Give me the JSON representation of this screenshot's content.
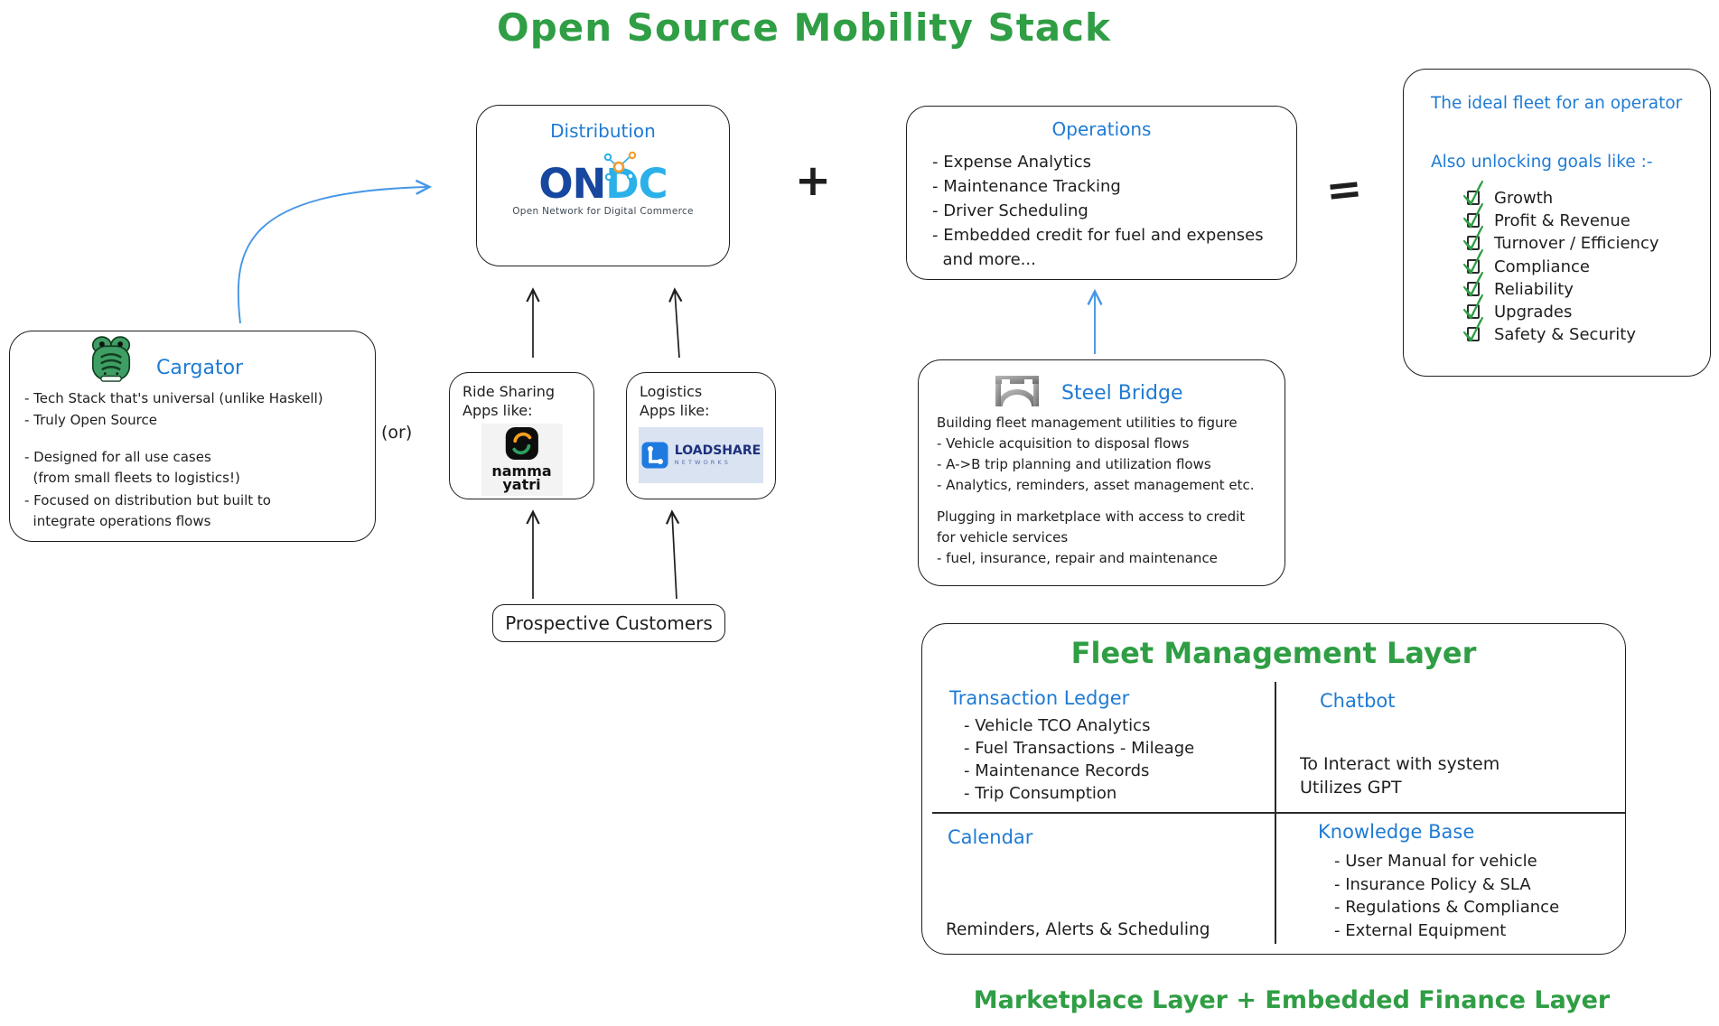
{
  "title": "Open Source Mobility Stack",
  "footer": "Marketplace Layer + Embedded Finance Layer",
  "symbols": {
    "plus": "+",
    "equals": "=",
    "or": "(or)"
  },
  "distribution": {
    "label": "Distribution",
    "ondc_on": "ON",
    "ondc_dc": "DC",
    "ondc_subtitle": "Open Network for Digital Commerce"
  },
  "operations": {
    "label": "Operations",
    "items": [
      "- Expense Analytics",
      "- Maintenance Tracking",
      "- Driver Scheduling",
      "- Embedded credit for fuel and expenses\n  and more..."
    ]
  },
  "ideal_fleet": {
    "title": "The ideal fleet for an operator",
    "subtitle": "Also unlocking goals like :-",
    "goals": [
      "Growth",
      "Profit & Revenue",
      "Turnover / Efficiency",
      "Compliance",
      "Reliability",
      "Upgrades",
      "Safety & Security"
    ]
  },
  "cargator": {
    "title": "Cargator",
    "points_top": [
      "- Tech Stack that's universal (unlike Haskell)",
      "- Truly Open Source"
    ],
    "points_bottom": [
      "- Designed for all use cases\n  (from small fleets to logistics!)",
      "- Focused on distribution but built to\n  integrate operations flows"
    ]
  },
  "ride_sharing": {
    "label": "Ride Sharing\nApps like:",
    "logo_text": "namma\nyatri"
  },
  "logistics": {
    "label": "Logistics\nApps like:",
    "logo_main": "LOADSHARE",
    "logo_sub": "NETWORKS"
  },
  "prospective": {
    "label": "Prospective Customers"
  },
  "steel_bridge": {
    "title": "Steel Bridge",
    "paragraph1": "Building fleet management utilities to figure\n- Vehicle acquisition to disposal flows\n- A->B trip planning and utilization flows\n- Analytics, reminders, asset management etc.",
    "paragraph2": "Plugging in marketplace with access to credit\nfor vehicle services\n- fuel, insurance, repair and maintenance"
  },
  "fleet_management": {
    "title": "Fleet Management Layer",
    "transaction_ledger": {
      "title": "Transaction Ledger",
      "items": [
        "- Vehicle TCO Analytics",
        "- Fuel Transactions - Mileage",
        "- Maintenance Records",
        "- Trip Consumption"
      ]
    },
    "chatbot": {
      "title": "Chatbot",
      "body": "To Interact with system\nUtilizes GPT"
    },
    "calendar": {
      "title": "Calendar",
      "body": "Reminders, Alerts & Scheduling"
    },
    "knowledge_base": {
      "title": "Knowledge Base",
      "items": [
        "- User Manual for vehicle",
        "- Insurance Policy & SLA",
        "- Regulations & Compliance",
        "- External Equipment"
      ]
    }
  },
  "colors": {
    "green": "#2f9e44",
    "blue": "#1f7bd4",
    "arrow_blue": "#4596e6",
    "ink": "#1e1e1e"
  }
}
